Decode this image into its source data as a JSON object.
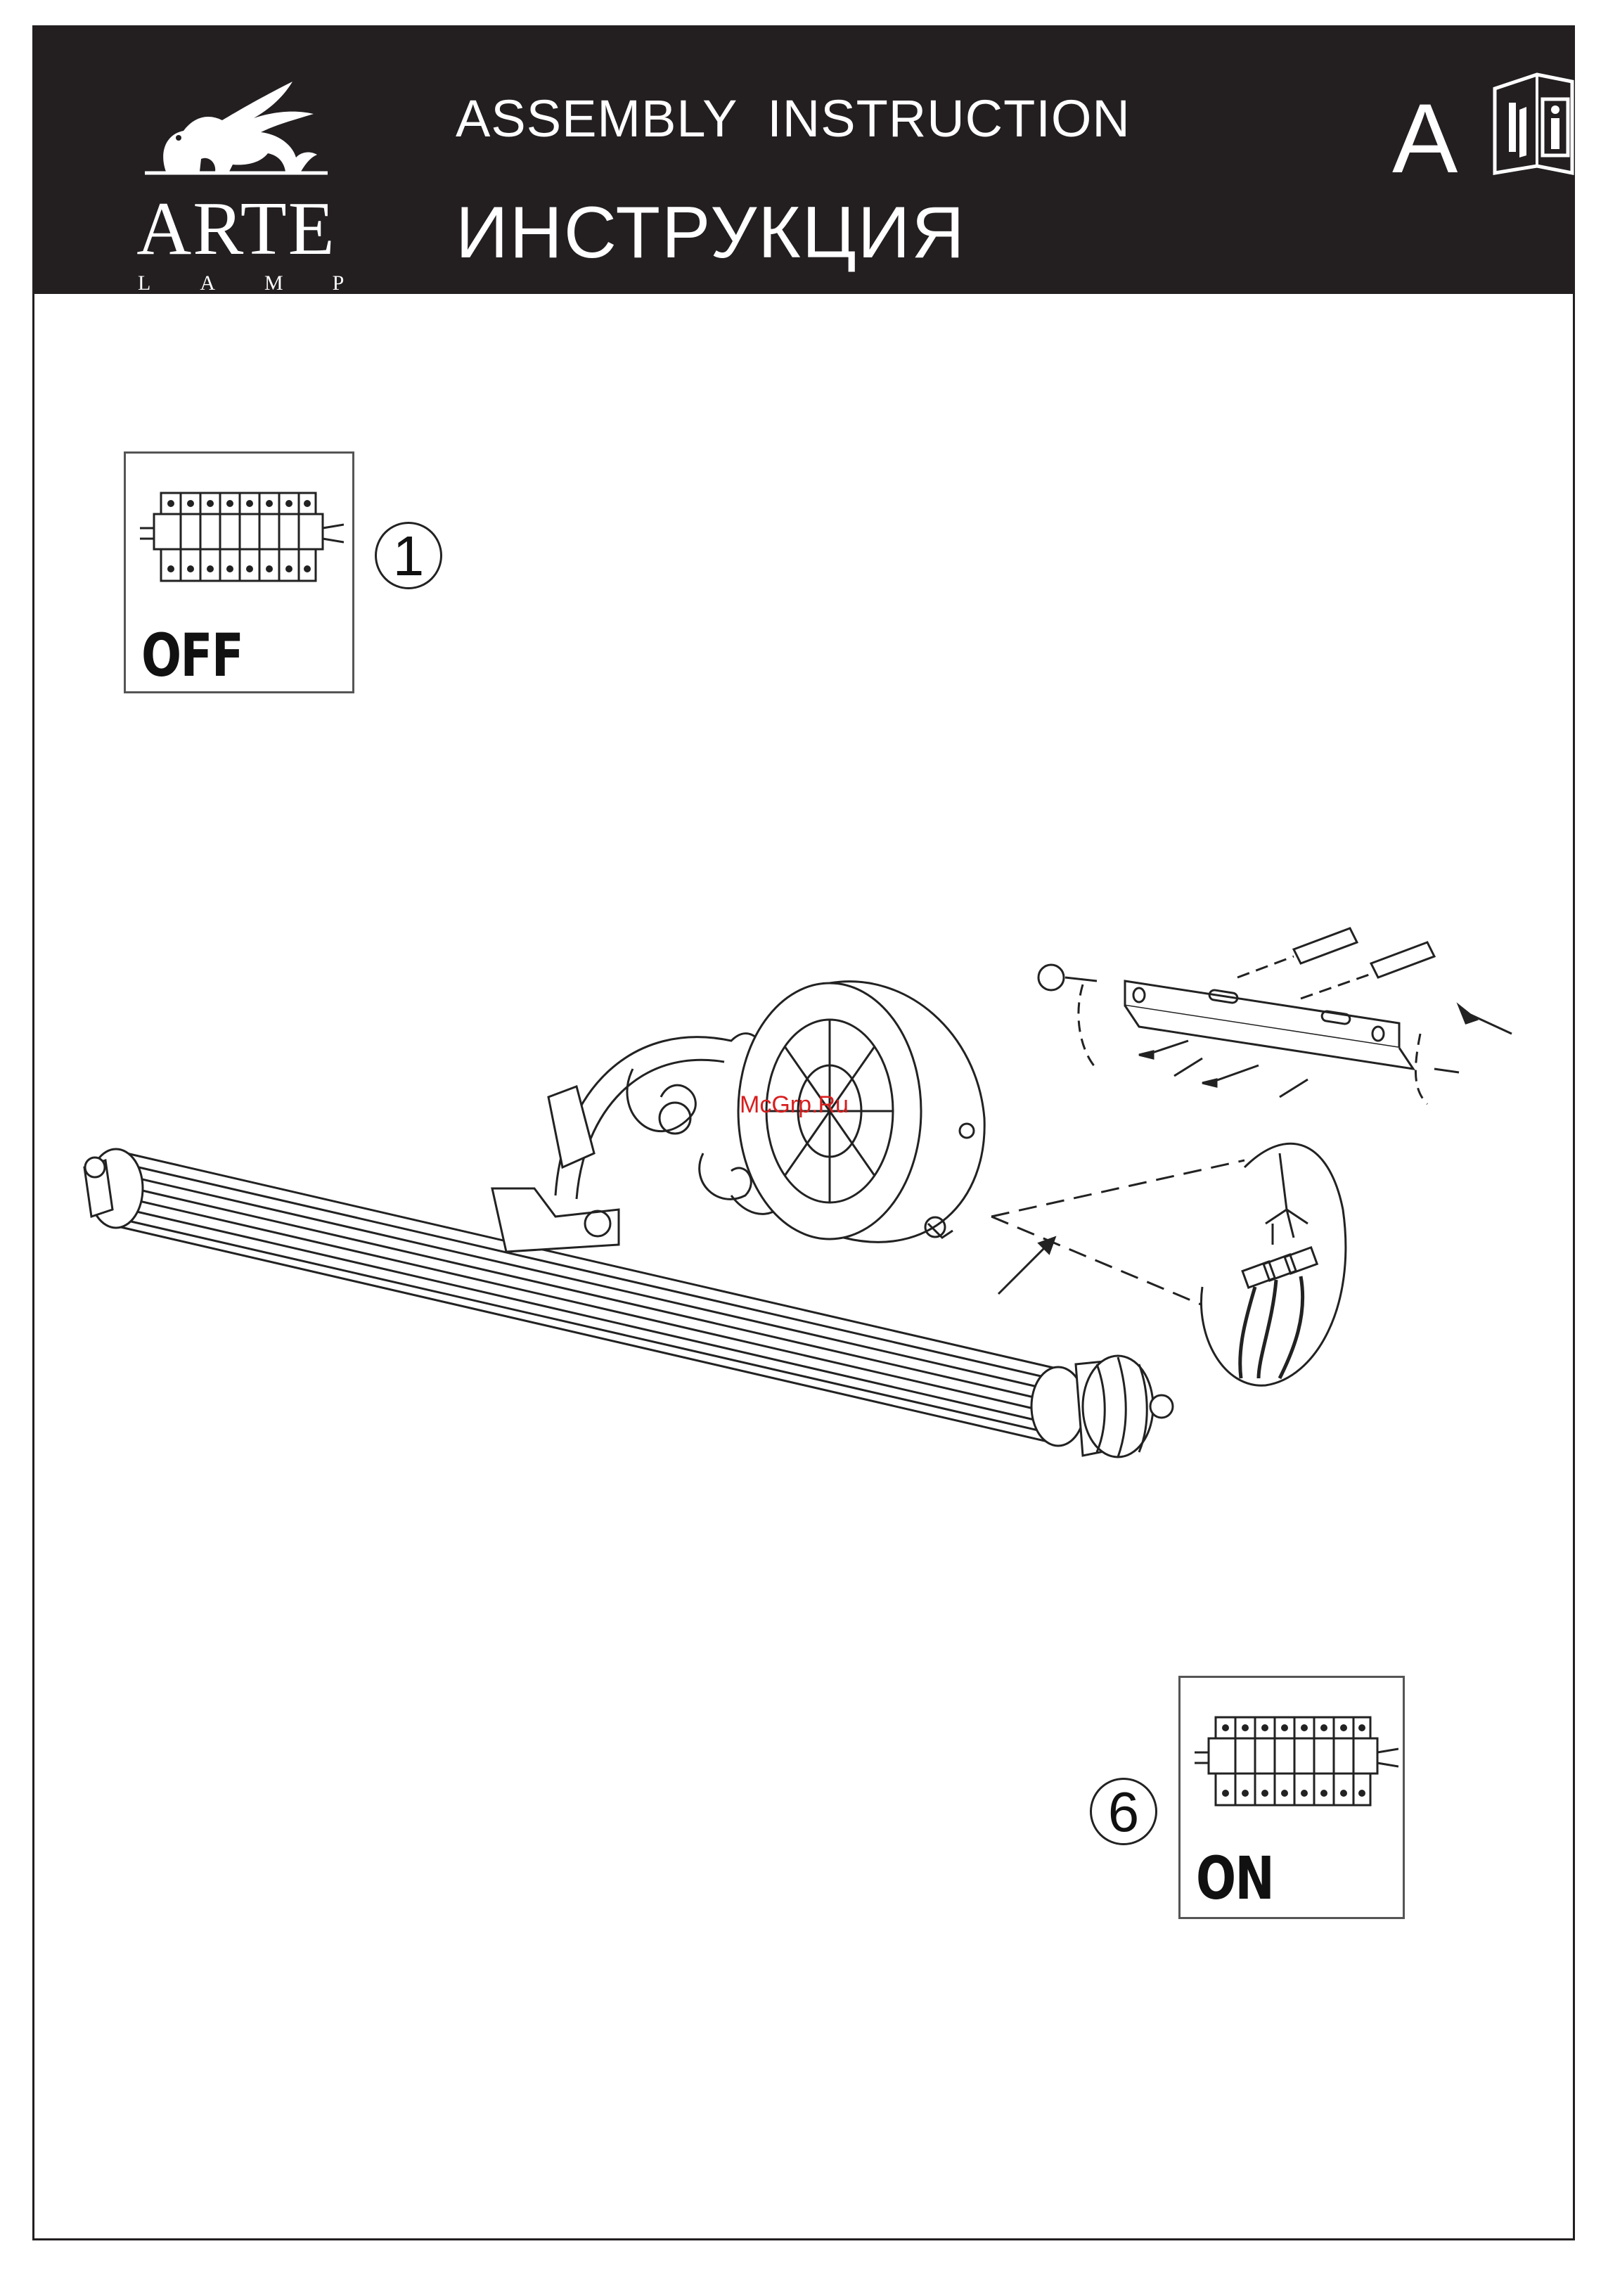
{
  "brand": {
    "name": "ARTE",
    "sub": "LAMP"
  },
  "header": {
    "title_en": "ASSEMBLY  INSTRUCTION",
    "title_ru": "ИНСТРУКЦИЯ",
    "page_letter": "A",
    "icon": "manual-tools-info-icon"
  },
  "steps": [
    {
      "number": "1",
      "switch_state": "OFF"
    },
    {
      "number": "6",
      "switch_state": "ON"
    }
  ],
  "watermark": "McGrp.Ru",
  "colors": {
    "header_bg": "#231f20",
    "header_text": "#ffffff",
    "watermark": "#d81e1e"
  }
}
